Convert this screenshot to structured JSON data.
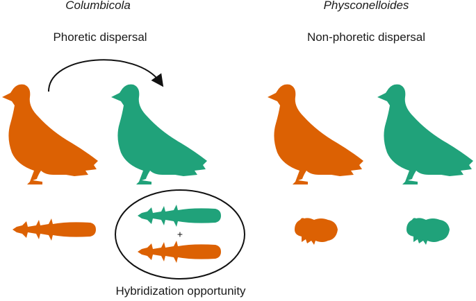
{
  "columns": [
    {
      "genus": "Columbicola",
      "mode": "Phoretic dispersal"
    },
    {
      "genus": "Physconelloides",
      "mode": "Non-phoretic dispersal"
    }
  ],
  "plus_sign": "+",
  "caption": "Hybridization opportunity",
  "colors": {
    "orange": "#dc6103",
    "green": "#20a27a",
    "ink": "#111111"
  },
  "icons": [
    "pigeon-icon",
    "elongate-louse-icon",
    "round-louse-icon",
    "curved-arrow-icon"
  ]
}
